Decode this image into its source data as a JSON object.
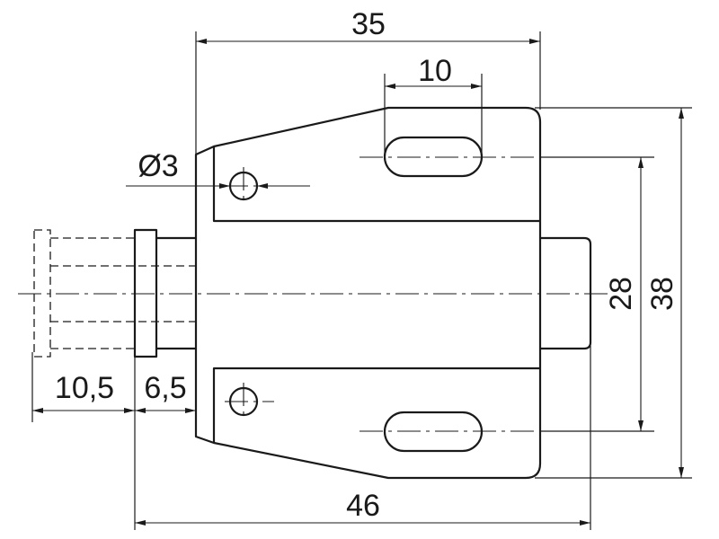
{
  "dimensions": {
    "width_35": "35",
    "slot_10": "10",
    "hole_dia": "Ø3",
    "height_28": "28",
    "height_38": "38",
    "plunger_10_5": "10,5",
    "plunger_6_5": "6,5",
    "total_46": "46"
  }
}
